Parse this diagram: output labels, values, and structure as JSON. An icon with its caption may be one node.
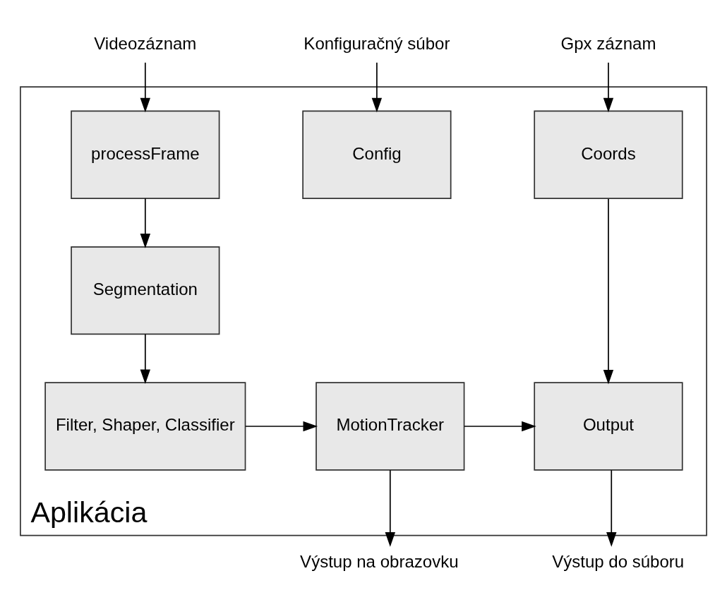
{
  "diagram": {
    "nodes": [
      {
        "text": [
          "Videozáznam"
        ]
      },
      {
        "text": [
          "Konfiguračný súbor"
        ]
      },
      {
        "text": [
          "Gpx záznam"
        ]
      },
      {
        "text": [
          "Aplikácia"
        ]
      },
      {
        "text": [
          "processFrame"
        ],
        "in": 3
      },
      {
        "text": [
          "Config"
        ],
        "in": 3
      },
      {
        "text": [
          "Coords"
        ],
        "in": 3
      },
      {
        "text": [
          "Segmentation"
        ],
        "in": 3
      },
      {
        "text": [
          "Filter, Shaper, Classifier"
        ],
        "in": 3
      },
      {
        "text": [
          "MotionTracker"
        ],
        "in": 3
      },
      {
        "text": [
          "Output"
        ],
        "in": 3
      },
      {
        "text": [
          "Výstup na obrazovku"
        ]
      },
      {
        "text": [
          "Výstup do súboru"
        ]
      }
    ],
    "edges": [
      {
        "from": 0,
        "to": 4,
        "arrow": "to"
      },
      {
        "from": 1,
        "to": 5,
        "arrow": "to"
      },
      {
        "from": 2,
        "to": 6,
        "arrow": "to"
      },
      {
        "from": 4,
        "to": 7,
        "arrow": "to"
      },
      {
        "from": 7,
        "to": 8,
        "arrow": "to"
      },
      {
        "from": 8,
        "to": 9,
        "arrow": "to"
      },
      {
        "from": 9,
        "to": 10,
        "arrow": "to"
      },
      {
        "from": 6,
        "to": 10,
        "arrow": "to"
      },
      {
        "from": 9,
        "to": 11,
        "arrow": "to"
      },
      {
        "from": 10,
        "to": 12,
        "arrow": "to"
      }
    ]
  }
}
